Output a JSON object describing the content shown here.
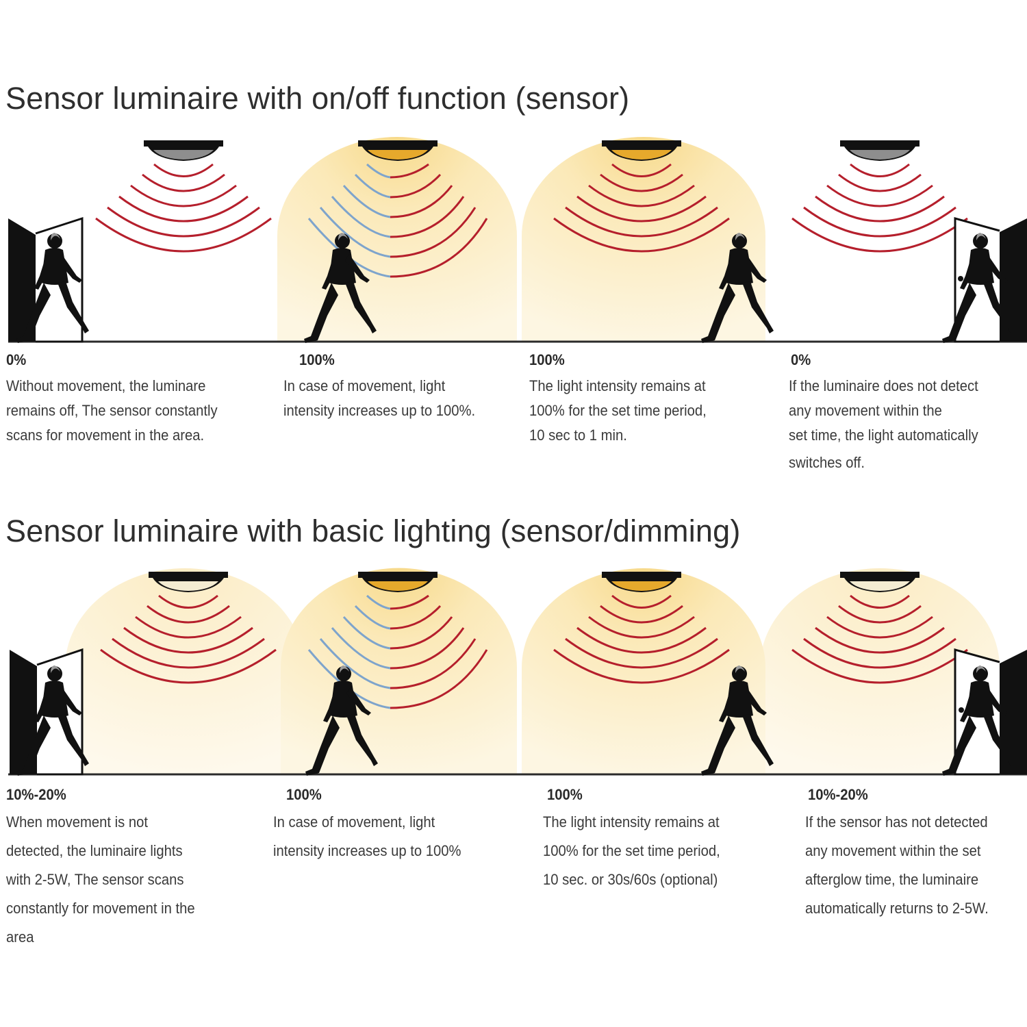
{
  "colors": {
    "wave_red": "#b51f2c",
    "wave_blue": "#7ea4cc",
    "glow_bright": "#fbe9b8",
    "glow_dim": "#fdf3d8",
    "lamp_off": "#8e8e8e",
    "lamp_on": "#e6a92c",
    "lamp_dim": "#f4ecd2"
  },
  "icons": [
    "ceiling-lamp-icon",
    "door-icon",
    "walking-man-icon",
    "sensor-waves-icon"
  ],
  "sections": [
    {
      "title": "Sensor luminaire with on/off function (sensor)",
      "panels": [
        {
          "level": "0%",
          "lines": [
            "Without movement, the luminare",
            "remains off, The sensor constantly",
            "scans for movement in the area."
          ]
        },
        {
          "level": "100%",
          "lines": [
            "In case of movement, light",
            "intensity increases up to 100%."
          ]
        },
        {
          "level": "100%",
          "lines": [
            "The light intensity remains at",
            "100% for the set time period,",
            " 10 sec to 1 min."
          ]
        },
        {
          "level": "0%",
          "lines": [
            "If the luminaire does not detect",
            "any movement within the",
            "set time, the light automatically",
            "switches off."
          ]
        }
      ]
    },
    {
      "title": "Sensor luminaire with basic lighting (sensor/dimming)",
      "panels": [
        {
          "level": "10%-20%",
          "lines": [
            "When movement is not",
            "detected, the luminaire lights",
            "with 2-5W, The sensor scans",
            "constantly for movement in the",
            "area"
          ]
        },
        {
          "level": "100%",
          "lines": [
            "In case of movement, light",
            "intensity increases up to 100%"
          ]
        },
        {
          "level": "100%",
          "lines": [
            "The light intensity remains at",
            "100% for the set time period,",
            " 10 sec. or 30s/60s (optional)"
          ]
        },
        {
          "level": "10%-20%",
          "lines": [
            "If the sensor has not detected",
            "any movement within the set",
            "afterglow time, the luminaire",
            "automatically returns to 2-5W."
          ]
        }
      ]
    }
  ]
}
